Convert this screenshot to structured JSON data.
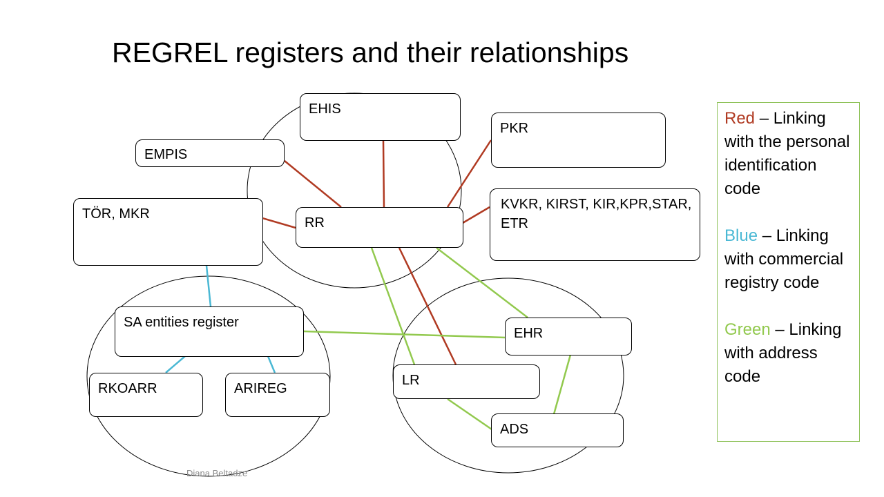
{
  "title": "REGREL registers and their relationships",
  "nodes": {
    "ehis": "EHIS",
    "empis": "EMPIS",
    "pkr": "PKR",
    "tor_mkr": "TÖR, MKR",
    "rr": "RR",
    "kvkr": "KVKR, KIRST, KIR,KPR,STAR, ETR",
    "sa": "SA entities register",
    "ehr": "EHR",
    "rkoarr": "RKOARR",
    "arireg": "ARIREG",
    "lr": "LR",
    "ads": "ADS"
  },
  "legend": {
    "red": {
      "word": "Red",
      "text": " – Linking with the personal identification code"
    },
    "blue": {
      "word": "Blue",
      "text": " – Linking with commercial registry code"
    },
    "green": {
      "word": "Green",
      "text": " – Linking with address code"
    }
  },
  "colors": {
    "red": "#b03a22",
    "blue": "#4ab8d4",
    "green": "#92c94e",
    "legend_border": "#8fc25a"
  },
  "links": [
    {
      "from": "EMPIS",
      "to": "RR",
      "type": "red"
    },
    {
      "from": "EHIS",
      "to": "RR",
      "type": "red"
    },
    {
      "from": "PKR",
      "to": "RR",
      "type": "red"
    },
    {
      "from": "KVKR, KIRST, KIR,KPR,STAR, ETR",
      "to": "RR",
      "type": "red"
    },
    {
      "from": "TÖR, MKR",
      "to": "RR",
      "type": "red"
    },
    {
      "from": "RR",
      "to": "LR",
      "type": "red"
    },
    {
      "from": "TÖR, MKR",
      "to": "SA entities register",
      "type": "blue"
    },
    {
      "from": "SA entities register",
      "to": "RKOARR",
      "type": "blue"
    },
    {
      "from": "SA entities register",
      "to": "ARIREG",
      "type": "blue"
    },
    {
      "from": "RR",
      "to": "EHR",
      "type": "green"
    },
    {
      "from": "RR",
      "to": "LR",
      "type": "green"
    },
    {
      "from": "SA entities register",
      "to": "EHR",
      "type": "green"
    },
    {
      "from": "LR",
      "to": "ADS",
      "type": "green"
    },
    {
      "from": "EHR",
      "to": "ADS",
      "type": "green"
    }
  ],
  "footer": "Diana Beltadze"
}
